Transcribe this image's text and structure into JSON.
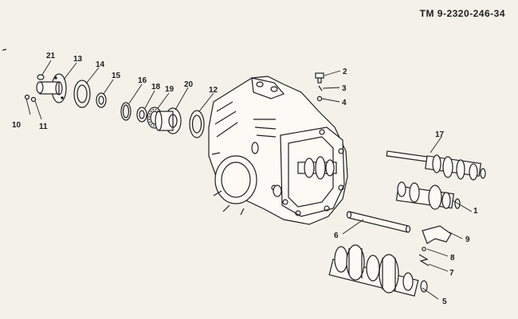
{
  "header": {
    "title": "TM 9-2320-246-34"
  },
  "callouts": [
    {
      "id": "c1",
      "text": "1"
    },
    {
      "id": "c2",
      "text": "2"
    },
    {
      "id": "c3",
      "text": "3"
    },
    {
      "id": "c4",
      "text": "4"
    },
    {
      "id": "c5",
      "text": "5"
    },
    {
      "id": "c6",
      "text": "6"
    },
    {
      "id": "c7",
      "text": "7"
    },
    {
      "id": "c8",
      "text": "8"
    },
    {
      "id": "c9",
      "text": "9"
    },
    {
      "id": "c10",
      "text": "10"
    },
    {
      "id": "c11",
      "text": "11"
    },
    {
      "id": "c12",
      "text": "12"
    },
    {
      "id": "c13",
      "text": "13"
    },
    {
      "id": "c14",
      "text": "14"
    },
    {
      "id": "c15",
      "text": "15"
    },
    {
      "id": "c16",
      "text": "16"
    },
    {
      "id": "c17",
      "text": "17"
    },
    {
      "id": "c18",
      "text": "18"
    },
    {
      "id": "c19",
      "text": "19"
    },
    {
      "id": "c20",
      "text": "20"
    },
    {
      "id": "c21",
      "text": "21"
    }
  ]
}
